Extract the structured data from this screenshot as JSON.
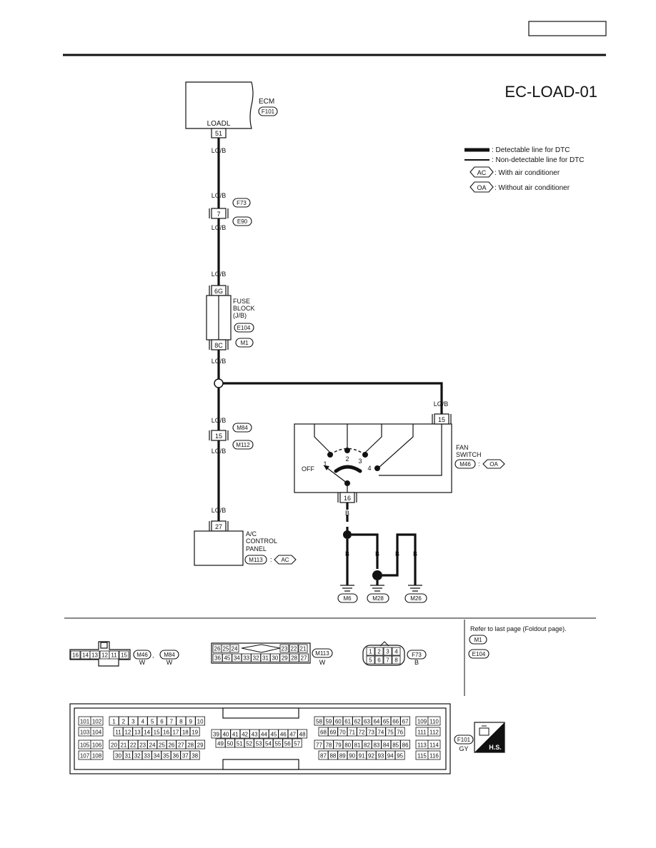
{
  "diagram_id": "EC-LOAD-01",
  "legend": {
    "detectable": ": Detectable line for DTC",
    "non_detectable": ": Non-detectable line for DTC",
    "ac_code": "AC",
    "ac_desc": ": With air conditioner",
    "oa_code": "OA",
    "oa_desc": ": Without air conditioner"
  },
  "ecm": {
    "label": "ECM",
    "connector": "F101",
    "terminal_name": "LOADL",
    "terminal": "51"
  },
  "wires": {
    "lgb": "LG/B",
    "b": "B"
  },
  "joint_1": {
    "pin": "7",
    "conn_top": "F73",
    "conn_bottom": "E90"
  },
  "fuse_block": {
    "pin_top": "6G",
    "pin_bottom": "8C",
    "line1": "FUSE",
    "line2": "BLOCK",
    "line3": "(J/B)",
    "conn1": "E104",
    "conn2": "M1"
  },
  "joint_2": {
    "pin": "15",
    "conn_top": "M84",
    "conn_bottom": "M112"
  },
  "fan_switch": {
    "line1": "FAN",
    "line2": "SWITCH",
    "connector": "M46",
    "sep": ":",
    "option": "OA",
    "pin_in": "15",
    "pin_out": "16",
    "pos_off": "OFF",
    "pos_1": "1",
    "pos_2": "2",
    "pos_3": "3",
    "pos_4": "4"
  },
  "ac_panel": {
    "pin": "27",
    "line1": "A/C",
    "line2": "CONTROL",
    "line3": "PANEL",
    "connector": "M113",
    "sep": ":",
    "option": "AC"
  },
  "grounds": [
    "M6",
    "M28",
    "M26"
  ],
  "connector_views": {
    "m46_pins": [
      "16",
      "14",
      "13",
      "12",
      "11",
      "15"
    ],
    "m46_code": "M46",
    "m84_code": "M84",
    "m46_color": "W",
    "m84_color": "W",
    "comma": ",",
    "m113_row1": [
      "26",
      "25",
      "24",
      "23",
      "22",
      "21"
    ],
    "m113_row2": [
      "36",
      "45",
      "34",
      "33",
      "32",
      "31",
      "30",
      "29",
      "28",
      "27"
    ],
    "m113_code": "M113",
    "m113_color": "W",
    "f73_row1": [
      "1",
      "2",
      "3",
      "4"
    ],
    "f73_row2": [
      "5",
      "6",
      "7",
      "8"
    ],
    "f73_code": "F73",
    "f73_color": "B"
  },
  "refer_note": "Refer to last page (Foldout page).",
  "refer_codes": [
    "M1",
    "E104"
  ],
  "ecm_connector": {
    "code": "F101",
    "color": "GY",
    "hs": "H.S.",
    "left_col": [
      [
        "101",
        "102"
      ],
      [
        "103",
        "104"
      ],
      [
        "105",
        "106"
      ],
      [
        "107",
        "108"
      ]
    ],
    "right_col": [
      [
        "109",
        "110"
      ],
      [
        "111",
        "112"
      ],
      [
        "113",
        "114"
      ],
      [
        "115",
        "116"
      ]
    ],
    "block1_rows": [
      [
        "1",
        "2",
        "3",
        "4",
        "5",
        "6",
        "7",
        "8",
        "9",
        "10"
      ],
      [
        "11",
        "12",
        "13",
        "14",
        "15",
        "16",
        "17",
        "18",
        "19"
      ],
      [
        "20",
        "21",
        "22",
        "23",
        "24",
        "25",
        "26",
        "27",
        "28",
        "29"
      ],
      [
        "30",
        "31",
        "32",
        "33",
        "34",
        "35",
        "36",
        "37",
        "38"
      ]
    ],
    "block2_rows": [
      [
        "39",
        "40",
        "41",
        "42",
        "43",
        "44",
        "45",
        "46",
        "47",
        "48"
      ],
      [
        "49",
        "50",
        "51",
        "52",
        "53",
        "54",
        "55",
        "56",
        "57"
      ]
    ],
    "block3_rows": [
      [
        "58",
        "59",
        "60",
        "61",
        "62",
        "63",
        "64",
        "65",
        "66",
        "67"
      ],
      [
        "68",
        "69",
        "70",
        "71",
        "72",
        "73",
        "74",
        "75",
        "76"
      ],
      [
        "77",
        "78",
        "79",
        "80",
        "81",
        "82",
        "83",
        "84",
        "85",
        "86"
      ],
      [
        "87",
        "88",
        "89",
        "90",
        "91",
        "92",
        "93",
        "94",
        "95"
      ]
    ]
  }
}
